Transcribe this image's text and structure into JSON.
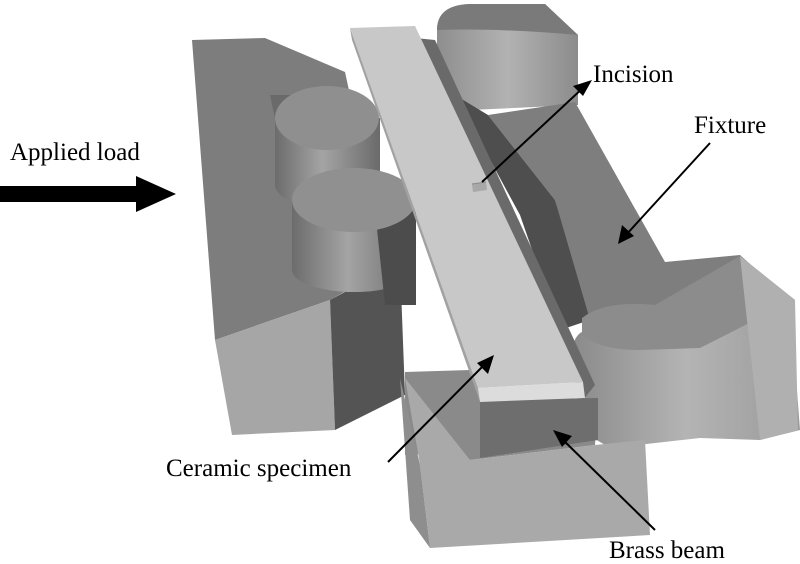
{
  "labels": {
    "applied_load": "Applied load",
    "incision": "Incision",
    "fixture": "Fixture",
    "ceramic_specimen": "Ceramic specimen",
    "brass_beam": "Brass beam"
  },
  "colors": {
    "fixture_top": "#7e7e7e",
    "fixture_front": "#a9a9a9",
    "fixture_side": "#8a8a8a",
    "fixture_dark": "#4a4a4a",
    "specimen_top": "#c9c9c9",
    "specimen_side": "#a0a0a0",
    "specimen_end": "#dcdcdc",
    "arrow": "#000000"
  }
}
